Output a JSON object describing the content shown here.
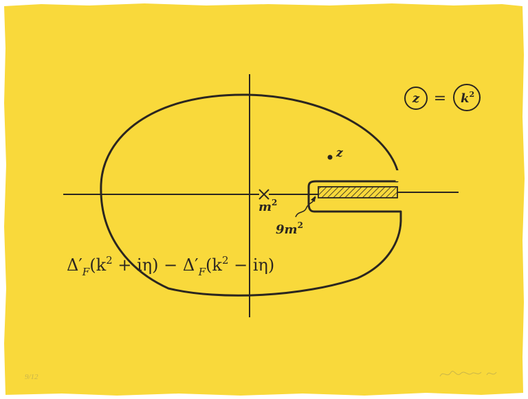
{
  "colors": {
    "paper": "#f9d93b",
    "ink": "#2b2620",
    "pencil": "#c9b54a"
  },
  "legend": {
    "lhs_symbol": "z",
    "equals": "=",
    "rhs_symbol": "k",
    "rhs_exponent": "2"
  },
  "labels": {
    "point_z": "z",
    "pole_mass": "m",
    "pole_exponent": "2",
    "threshold_coefficient": "9m",
    "threshold_exponent": "2"
  },
  "formula": {
    "delta_1": "Δ′",
    "sub_1": "F",
    "arg_1_open": "(k",
    "arg_1_exp": "2",
    "arg_1_rest": " + iη)",
    "minus": " − ",
    "delta_2": "Δ′",
    "sub_2": "F",
    "arg_2_open": "(k",
    "arg_2_exp": "2",
    "arg_2_rest": " − iη)"
  },
  "margin_notes": {
    "edition": "9/12"
  },
  "icons": {
    "pole_marker": "x-cross-icon",
    "point_marker": "filled-dot-icon",
    "branch_cut": "hatched-rectangle-icon"
  }
}
